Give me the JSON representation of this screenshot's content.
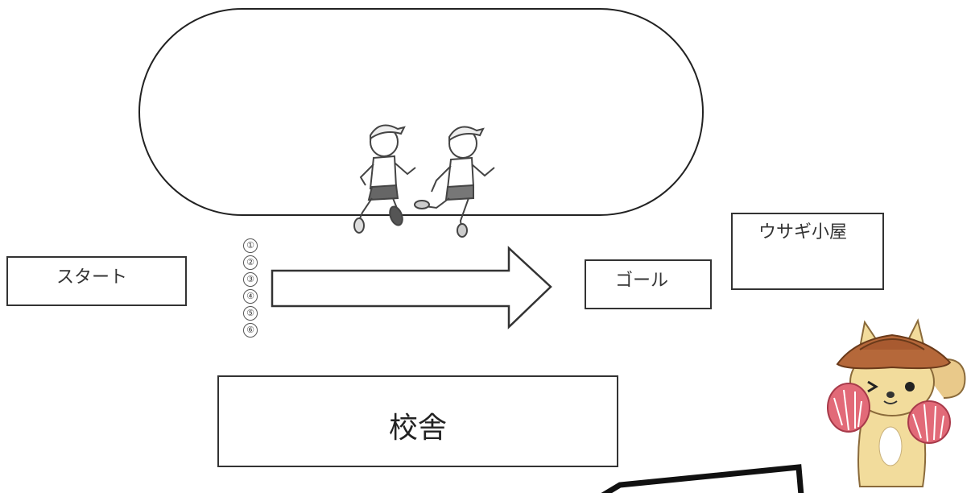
{
  "labels": {
    "start": "スタート",
    "goal": "ゴール",
    "rabbit_hut": "ウサギ小屋",
    "school_building": "校舎"
  },
  "lane_numbers": [
    "①",
    "②",
    "③",
    "④",
    "⑤",
    "⑥"
  ]
}
